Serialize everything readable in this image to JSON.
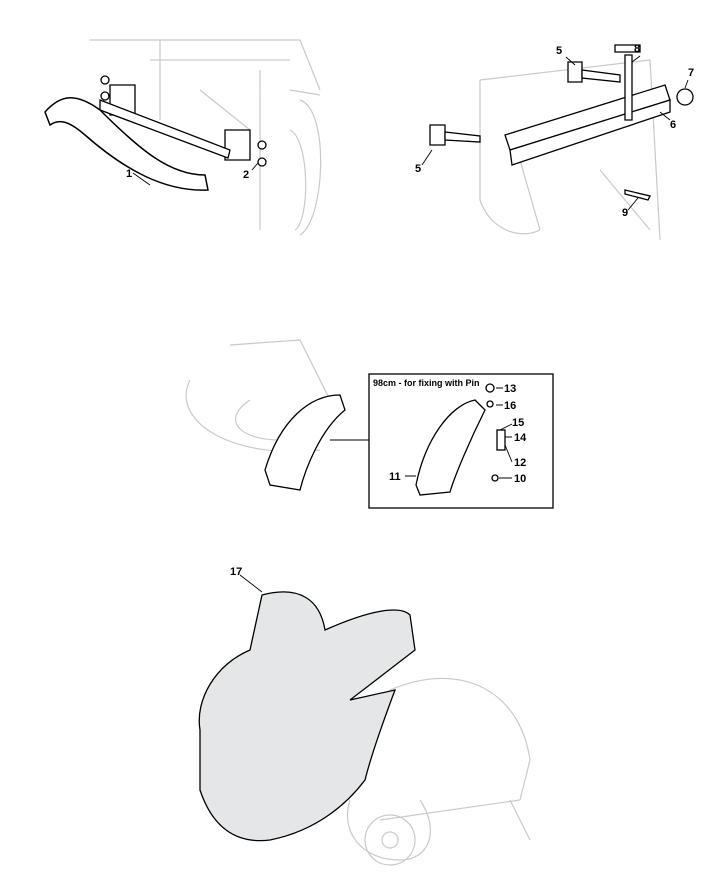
{
  "diagram": {
    "parts": {
      "p1": "1",
      "p2": "2",
      "p5a": "5",
      "p5b": "5",
      "p6": "6",
      "p7": "7",
      "p8": "8",
      "p9": "9",
      "p10": "10",
      "p11": "11",
      "p12": "12",
      "p13": "13",
      "p14": "14",
      "p15": "15",
      "p16": "16",
      "p17": "17"
    },
    "inset_title": "98cm - for fixing with Pin"
  }
}
